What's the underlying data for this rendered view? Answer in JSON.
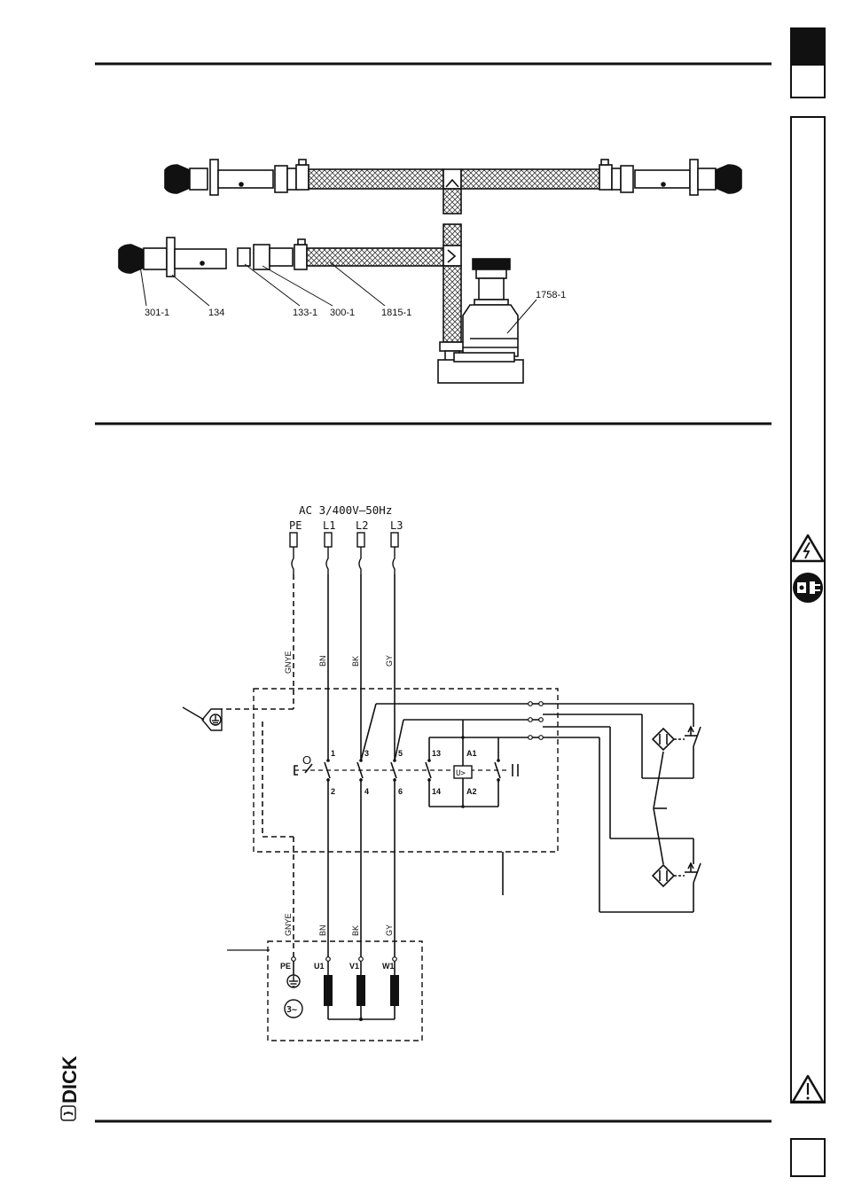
{
  "colors": {
    "ink": "#111111",
    "paper": "#ffffff",
    "hatch": "#444444"
  },
  "assembly": {
    "part_labels": [
      "301-1",
      "134",
      "133-1",
      "300-1",
      "1815-1",
      "1758-1"
    ]
  },
  "schematic": {
    "supply_label": "AC 3/400V–50Hz",
    "terminals": [
      "PE",
      "L1",
      "L2",
      "L3"
    ],
    "wire_colors": [
      "GNYE",
      "BN",
      "BK",
      "GY"
    ],
    "switch_off_label": "O",
    "contact_numbers": [
      "1",
      "3",
      "5",
      "13",
      "2",
      "4",
      "6",
      "14"
    ],
    "coil_terminals": [
      "A1",
      "A2"
    ],
    "relay_label": "U>",
    "motor_terminals": [
      "PE",
      "U1",
      "V1",
      "W1"
    ],
    "motor_symbol": "3~"
  },
  "brand": {
    "name": "DICK"
  },
  "icons": [
    "electric-hazard-icon",
    "unplug-mains-icon",
    "warning-icon"
  ]
}
